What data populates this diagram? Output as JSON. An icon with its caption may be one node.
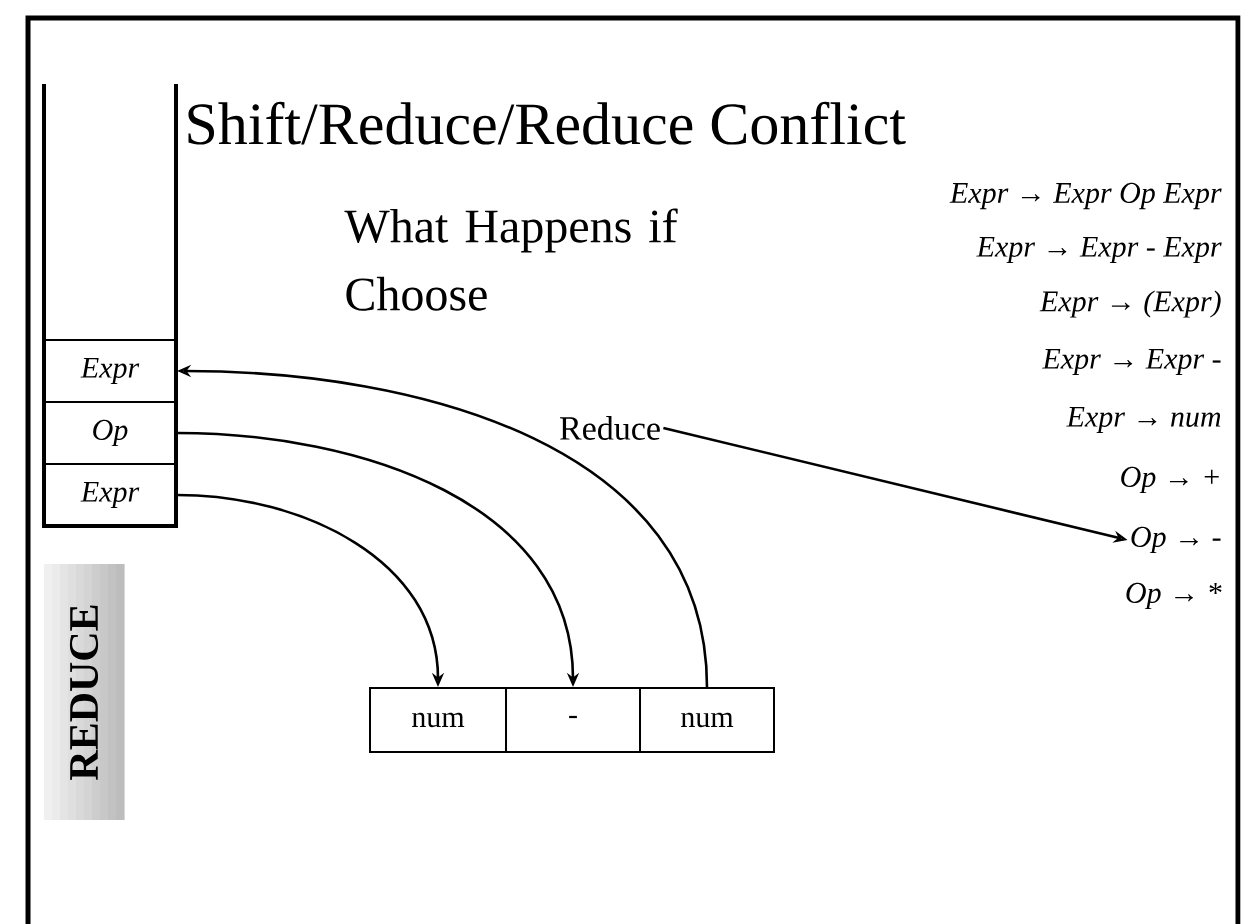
{
  "diagram": {
    "title": "Shift/Reduce/Reduce Conflict",
    "nodes": [
      {
        "text": [],
        "shape": "box"
      },
      {
        "text": [
          "Expr"
        ],
        "in": 0
      },
      {
        "text": [
          "Op"
        ],
        "in": 0
      },
      {
        "text": [
          "Expr"
        ],
        "in": 0
      },
      {
        "text": [
          "REDUCE"
        ]
      },
      {
        "text": [
          "num"
        ]
      },
      {
        "text": [
          "-"
        ]
      },
      {
        "text": [
          "num"
        ]
      },
      {
        "text": [
          "Reduce"
        ]
      },
      {
        "text": [
          "Op → -"
        ]
      }
    ],
    "edges": [
      {
        "from": 3,
        "to": 5,
        "arrow": "to"
      },
      {
        "from": 2,
        "to": 6,
        "arrow": "to"
      },
      {
        "from": 7,
        "to": 1,
        "arrow": "to"
      },
      {
        "from": 8,
        "to": 9,
        "arrow": "to"
      }
    ],
    "labels": [
      "Expr → Expr Op  Expr",
      "Expr → Expr -  Expr",
      "Expr → (Expr)",
      "What Happens if Choose",
      "Expr → Expr -",
      "Expr → num",
      "Op → +",
      "Op → *"
    ]
  }
}
